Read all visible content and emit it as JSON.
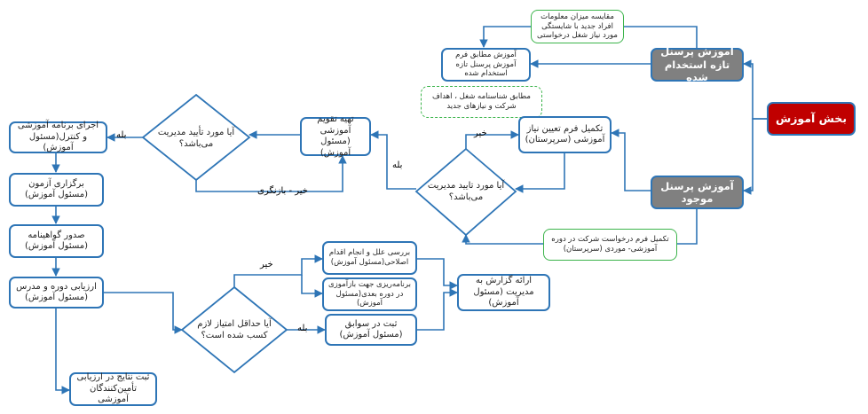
{
  "diagram": {
    "root": "بخش آموزش",
    "new_staff": "آموزش پرسنل تازه استخدام شده",
    "existing_staff": "آموزش پرسنل موجود",
    "compare_note": "مقایسه میزان معلومات افراد جدید با شایستگی مورد نیاز شغل درخواستی",
    "training_new": "آموزش مطابق فرم آموزش پرسنل تازه استخدام شده",
    "job_id_note": "مطابق شناسنامه شغل ، اهداف شرکت و نیازهای جدید",
    "fill_needs_form": "تکمیل فرم تعیین نیاز آموزشی (سرپرستان)",
    "request_form_note": "تکمیل فرم درخواست شرکت در دوره آموزشی- موردی (سرپرستان)",
    "mgmt_decision_1": "آیا مورد تایید مدیریت می‌باشد؟",
    "prepare_calendar": "تهیه تقویم آموزشی (مسئول آموزش)",
    "mgmt_decision_2": "آیا مورد تأیید مدیریت می‌باشد؟",
    "execute_program": "اجرای برنامه آموزشی و کنترل(مسئول آموزش)",
    "hold_exam": "برگزاری آزمون (مسئول آموزش)",
    "issue_certificate": "صدور گواهینامه (مسئول آموزش)",
    "evaluate_course": "ارزیابی دوره و مدرس (مسئول آموزش)",
    "record_results": "ثبت نتایج در ارزیابی تأمین‌کنندگان آموزشی",
    "min_score_decision": "آیا حداقل امتیاز لازم کسب شده است؟",
    "root_cause": "بررسی علل و انجام اقدام اصلاحی(مسئول آموزش)",
    "replan": "برنامه‌ریزی جهت بازآموزی در دوره بعدی(مسئول آموزش)",
    "record_history": "ثبت در سوابق (مسئول آموزش)",
    "report_mgmt": "ارائه گزارش به مدیریت (مسئول آموزش)",
    "labels": {
      "yes": "بله",
      "no": "خیر",
      "no_return": "خیر - بازنگری"
    }
  }
}
